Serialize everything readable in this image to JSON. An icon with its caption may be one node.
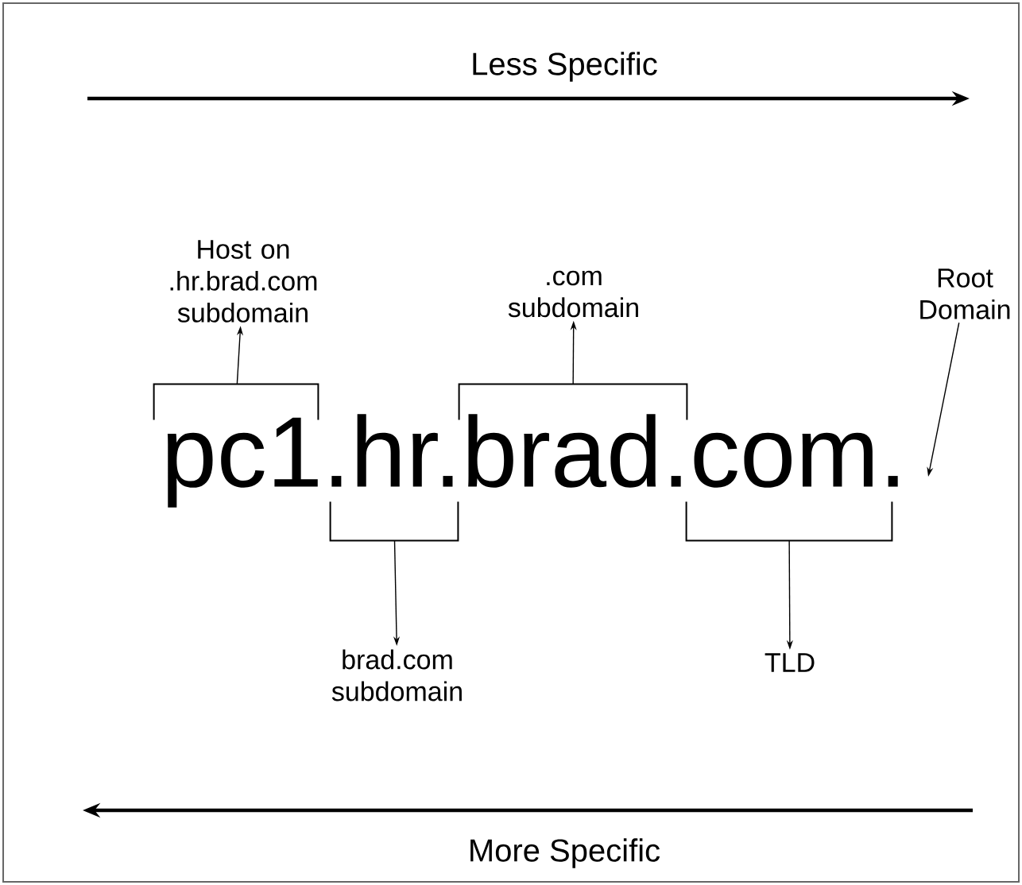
{
  "diagram": {
    "nodes": [
      {
        "text": [
          "Host on .hr.brad.com subdomain"
        ]
      },
      {
        "text": [
          ".com subdomain"
        ]
      },
      {
        "text": [
          "Root Domain"
        ]
      },
      {
        "text": [],
        "shape": "bracket"
      },
      {
        "text": [],
        "shape": "bracket"
      },
      {
        "text": [],
        "shape": "bracket"
      },
      {
        "text": [],
        "shape": "bracket"
      },
      {
        "text": [
          "brad.com subdomain"
        ]
      },
      {
        "text": [
          "TLD"
        ]
      }
    ],
    "edges": [
      {
        "from": 3,
        "to": 0,
        "arrow": "to"
      },
      {
        "from": 4,
        "to": 1,
        "arrow": "to"
      },
      {
        "from": 2,
        "to": null,
        "arrow": "to"
      },
      {
        "from": 5,
        "to": 7,
        "arrow": "to"
      },
      {
        "from": 6,
        "to": 8,
        "arrow": "to"
      }
    ],
    "labels": [
      "Less Specific",
      "pc1.hr.brad.com.",
      "More Specific"
    ]
  }
}
